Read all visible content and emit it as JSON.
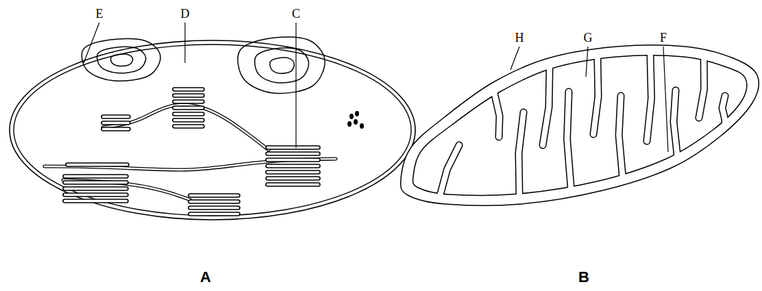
{
  "diagram": {
    "labels": [
      "E",
      "D",
      "C",
      "A",
      "H",
      "G",
      "F",
      "B"
    ]
  }
}
